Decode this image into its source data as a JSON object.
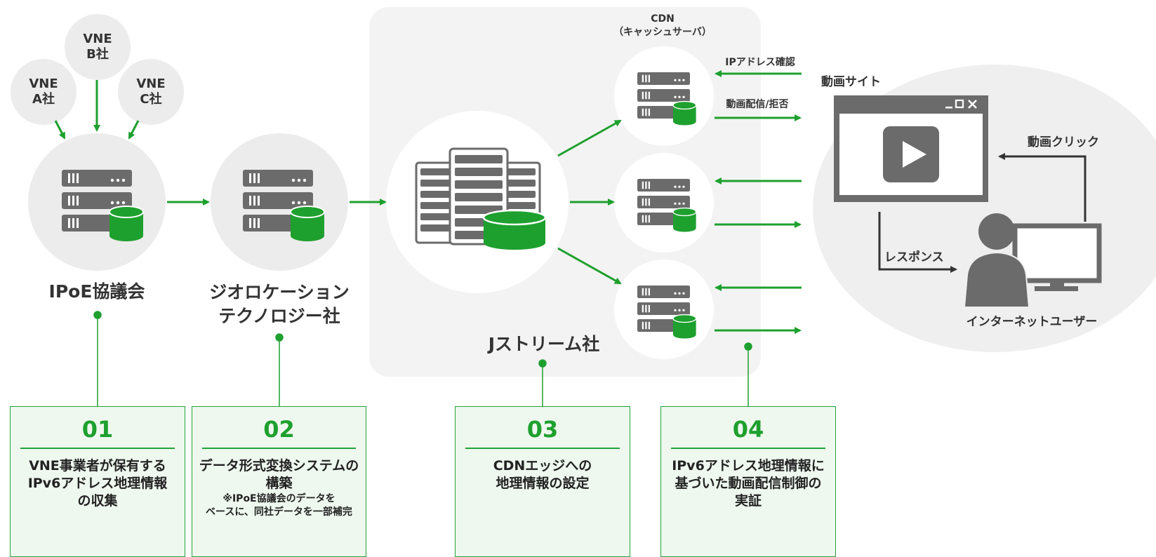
{
  "vne": [
    {
      "label": "VNE\nA社"
    },
    {
      "label": "VNE\nB社"
    },
    {
      "label": "VNE\nC社"
    }
  ],
  "nodes": {
    "ipoe": "IPoE協議会",
    "geo": "ジオロケーション\nテクノロジー社",
    "jstream": "Jストリーム社",
    "cdn": "CDN\n（キャッシュサーバ）",
    "user": "インターネットユーザー"
  },
  "arrow_labels": {
    "ip_check": "IPアドレス確認",
    "delivery": "動画配信/拒否",
    "video_site": "動画サイト",
    "click": "動画クリック",
    "response": "レスポンス"
  },
  "steps": [
    {
      "num": "01",
      "text": "VNE事業者が保有する\nIPv6アドレス地理情報\nの収集",
      "note": ""
    },
    {
      "num": "02",
      "text": "データ形式変換システムの\n構築",
      "note": "※IPoE協議会のデータを\nベースに、同社データを一部補完"
    },
    {
      "num": "03",
      "text": "CDNエッジへの\n地理情報の設定",
      "note": ""
    },
    {
      "num": "04",
      "text": "IPv6アドレス地理情報に\n基づいた動画配信制御の\n実証",
      "note": ""
    }
  ],
  "colors": {
    "green": "#1ea02e",
    "gray_icon": "#6b6b6b",
    "circle_bg": "#ececec",
    "panel_bg": "#f3f3f3"
  }
}
